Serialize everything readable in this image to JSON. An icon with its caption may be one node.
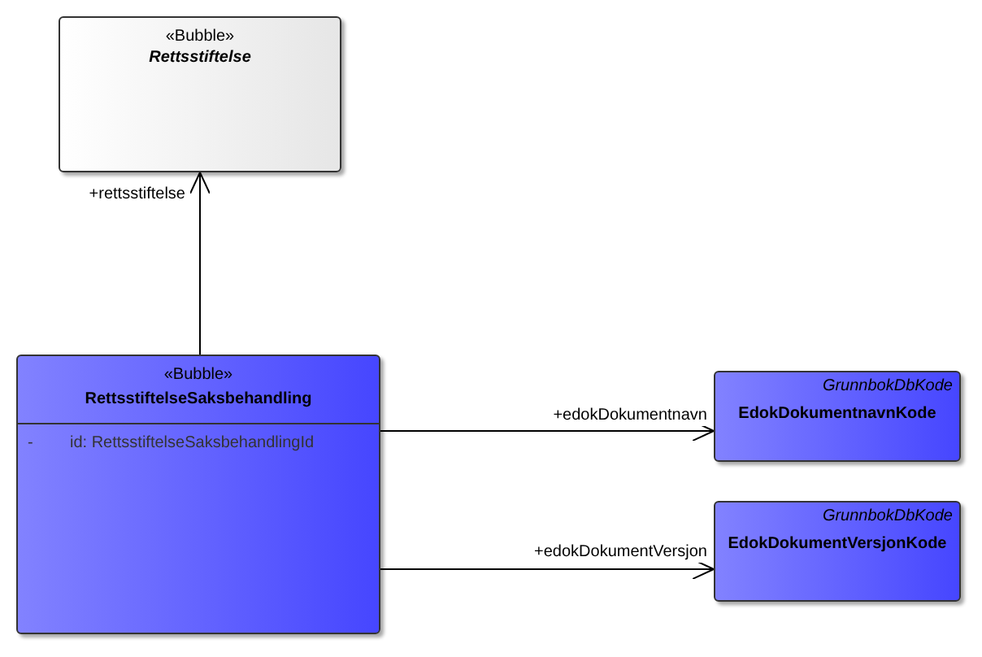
{
  "diagram": {
    "nodes": [
      {
        "text": [
          "«Bubble»",
          "Rettsstiftelse"
        ]
      },
      {
        "text": [
          "«Bubble»",
          "RettsstiftelseSaksbehandling",
          "-",
          "id: RettsstiftelseSaksbehandlingId"
        ]
      },
      {
        "text": [
          "GrunnbokDbKode",
          "EdokDokumentnavnKode"
        ]
      },
      {
        "text": [
          "GrunnbokDbKode",
          "EdokDokumentVersjonKode"
        ]
      }
    ],
    "edges": [
      {
        "from": 1,
        "to": 0,
        "arrow": "to",
        "label": "+rettsstiftelse"
      },
      {
        "from": 1,
        "to": 2,
        "arrow": "to",
        "label": "+edokDokumentnavn"
      },
      {
        "from": 1,
        "to": 3,
        "arrow": "to",
        "label": "+edokDokumentVersjon"
      }
    ]
  }
}
